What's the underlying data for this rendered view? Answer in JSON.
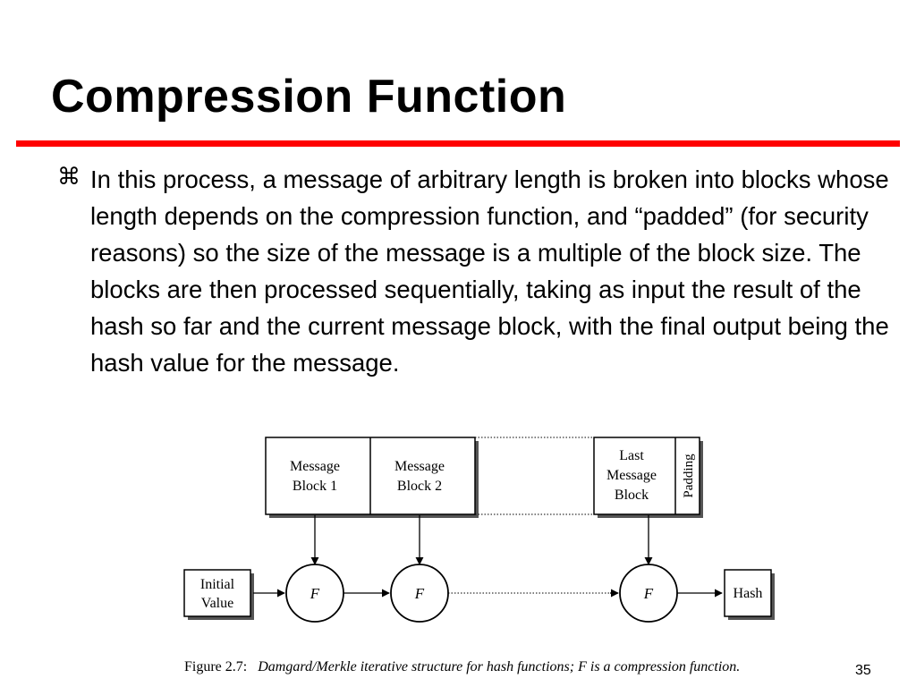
{
  "slide": {
    "title": "Compression Function",
    "bullet_icon": "command-key-icon",
    "bullet_glyph": "⌘",
    "bullet_text": "In this process, a message of arbitrary length is broken into blocks whose length depends on the compression function, and “padded” (for security reasons) so the size of the message is a multiple of the block size. The blocks are then processed sequentially, taking as input the result of the hash so far and the current message block, with the final output being the hash value for the message.",
    "page_number": "35",
    "accent_color": "#ff0000"
  },
  "diagram": {
    "message_blocks": [
      {
        "line1": "Message",
        "line2": "Block 1"
      },
      {
        "line1": "Message",
        "line2": "Block 2"
      }
    ],
    "last_block": {
      "line1": "Last",
      "line2": "Message",
      "line3": "Block"
    },
    "padding_label": "Padding",
    "initial_value": {
      "line1": "Initial",
      "line2": "Value"
    },
    "function_label": "F",
    "hash_label": "Hash",
    "caption_prefix": "Figure 2.7:",
    "caption_text": "Damgard/Merkle iterative structure for hash functions; F is a compression function."
  }
}
